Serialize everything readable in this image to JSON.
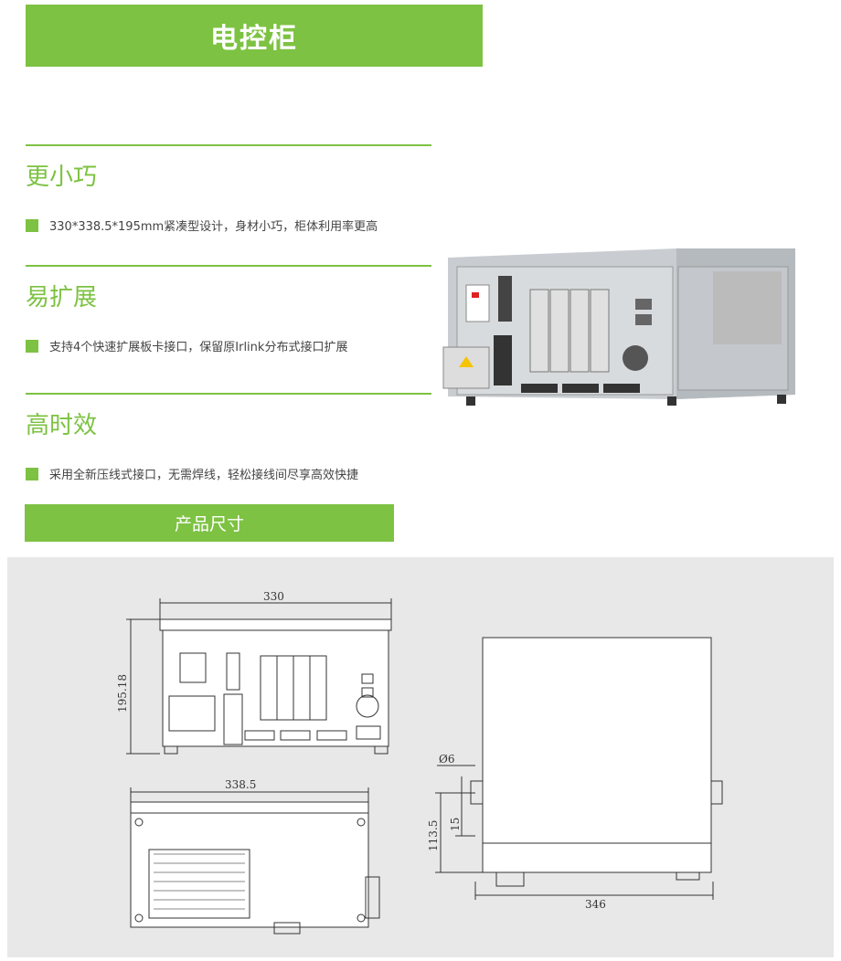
{
  "header": {
    "title": "电控柜"
  },
  "features": [
    {
      "title": "更小巧",
      "text": "330*338.5*195mm紧凑型设计，身材小巧，柜体利用率更高"
    },
    {
      "title": "易扩展",
      "text": "支持4个快速扩展板卡接口，保留原Irlink分布式接口扩展"
    },
    {
      "title": "高时效",
      "text": "采用全新压线式接口，无需焊线，轻松接线间尽享高效快捷"
    }
  ],
  "section": {
    "title": "产品尺寸"
  },
  "dimensions": {
    "front_width": "330",
    "front_height": "195.18",
    "top_depth": "338.5",
    "hole": "Ø6",
    "bracket_a": "15",
    "bracket_b": "113.5",
    "side_depth": "346"
  },
  "colors": {
    "accent": "#7dc242",
    "panel": "#e8e8e8"
  }
}
